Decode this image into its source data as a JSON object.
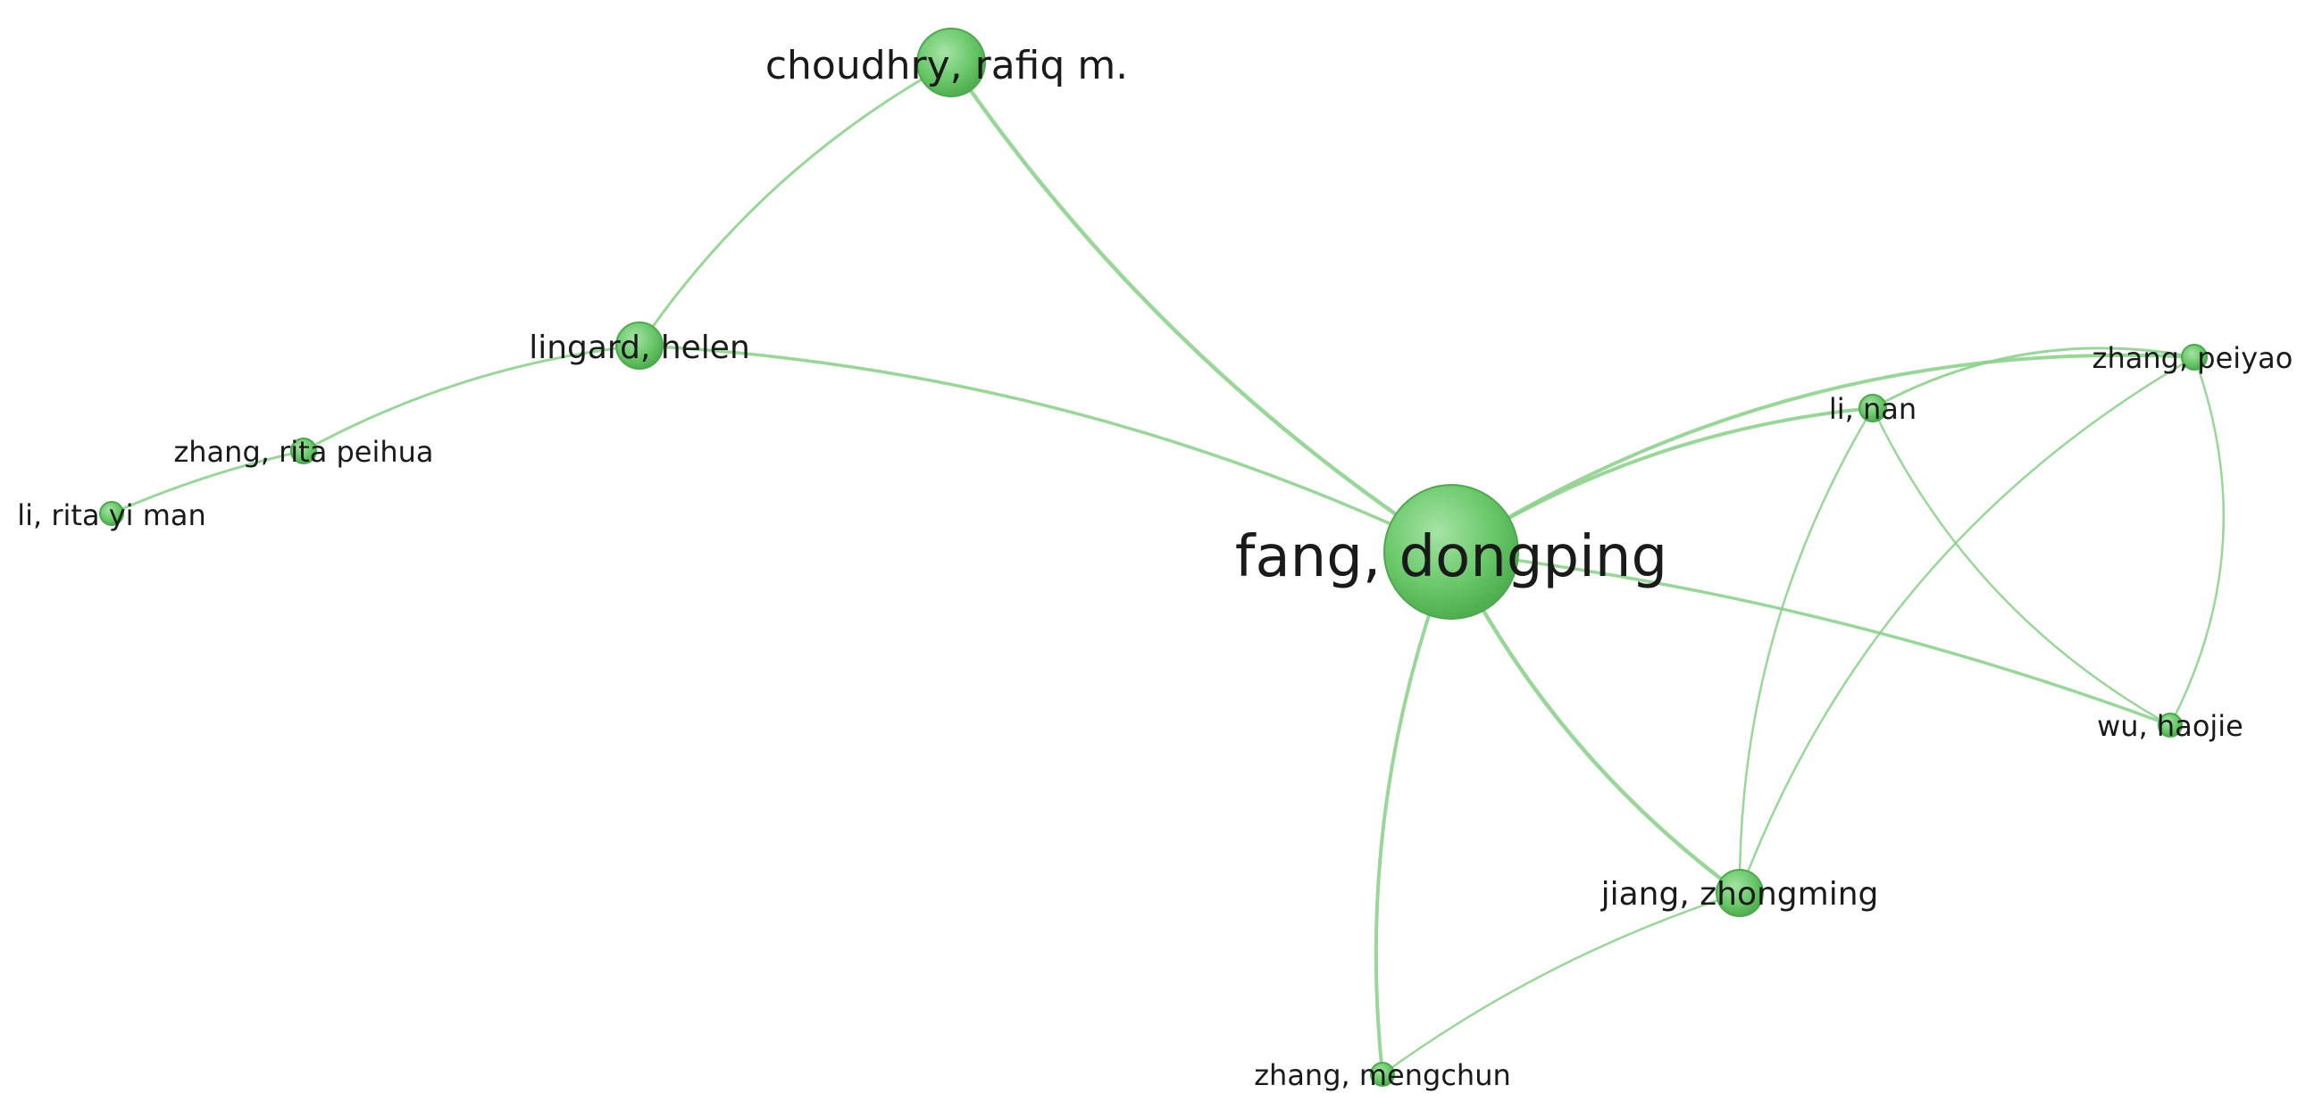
{
  "network": {
    "colors": {
      "edge": "#8fd08f",
      "node_fill": "#6cc96c",
      "node_stroke": "#4fa84f",
      "label": "#1a1a1a"
    },
    "nodes": [
      {
        "id": "fang",
        "label": "fang, dongping"
      },
      {
        "id": "choudhry",
        "label": "choudhry, rafiq m."
      },
      {
        "id": "lingard",
        "label": "lingard, helen"
      },
      {
        "id": "zhang_rp",
        "label": "zhang, rita peihua"
      },
      {
        "id": "li_rym",
        "label": "li, rita yi man"
      },
      {
        "id": "li_nan",
        "label": "li, nan"
      },
      {
        "id": "zhang_py",
        "label": "zhang, peiyao"
      },
      {
        "id": "wu",
        "label": "wu, haojie"
      },
      {
        "id": "jiang",
        "label": "jiang, zhongming"
      },
      {
        "id": "zhang_mc",
        "label": "zhang, mengchun"
      }
    ],
    "edges": [
      {
        "source": "choudhry",
        "target": "lingard"
      },
      {
        "source": "choudhry",
        "target": "fang"
      },
      {
        "source": "lingard",
        "target": "fang"
      },
      {
        "source": "lingard",
        "target": "zhang_rp"
      },
      {
        "source": "zhang_rp",
        "target": "li_rym"
      },
      {
        "source": "fang",
        "target": "li_nan"
      },
      {
        "source": "fang",
        "target": "zhang_py"
      },
      {
        "source": "fang",
        "target": "wu"
      },
      {
        "source": "fang",
        "target": "jiang"
      },
      {
        "source": "fang",
        "target": "zhang_mc"
      },
      {
        "source": "li_nan",
        "target": "zhang_py"
      },
      {
        "source": "li_nan",
        "target": "wu"
      },
      {
        "source": "li_nan",
        "target": "jiang"
      },
      {
        "source": "zhang_py",
        "target": "wu"
      },
      {
        "source": "zhang_py",
        "target": "jiang"
      },
      {
        "source": "jiang",
        "target": "zhang_mc"
      }
    ]
  }
}
